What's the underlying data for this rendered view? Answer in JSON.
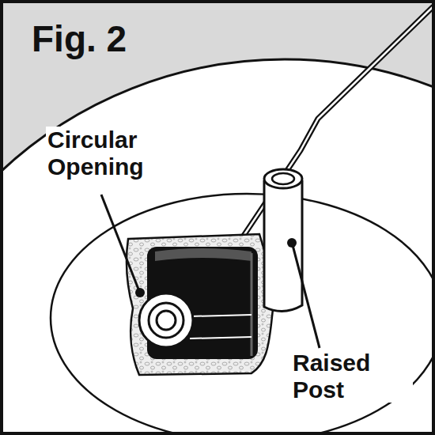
{
  "diagram": {
    "title": "Fig. 2",
    "labels": [
      "Circular Opening",
      "Raised Post"
    ]
  }
}
